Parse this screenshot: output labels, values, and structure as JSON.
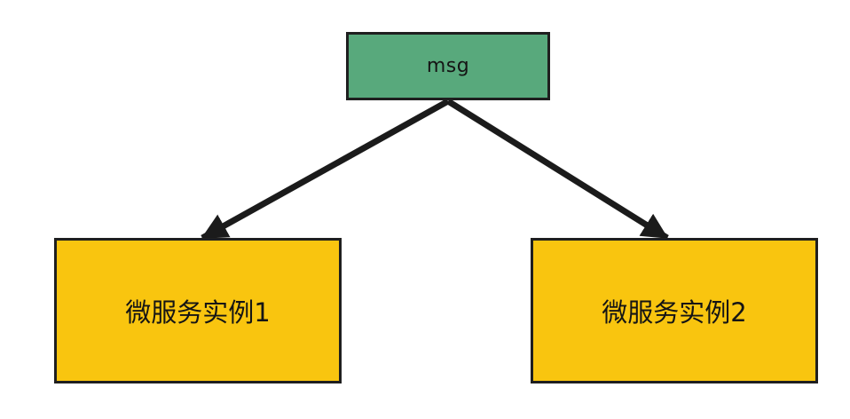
{
  "canvas": {
    "background": "#ffffff"
  },
  "colors": {
    "canvas_bg": "#ffffff",
    "msg_fill": "#58a97c",
    "instance_fill": "#f9c50f",
    "node_border": "#1f1f1f",
    "arrow": "#1b1b1b",
    "text": "#151515"
  },
  "diagram": {
    "type": "flow",
    "description": "One source node fans out to two target nodes",
    "nodes": [
      {
        "id": "msg",
        "label": "msg",
        "shape": "rectangle",
        "fill": "#58a97c"
      },
      {
        "id": "instance1",
        "label": "微服务实例1",
        "shape": "rectangle",
        "fill": "#f9c50f"
      },
      {
        "id": "instance2",
        "label": "微服务实例2",
        "shape": "rectangle",
        "fill": "#f9c50f"
      }
    ],
    "edges": [
      {
        "from": "msg",
        "to": "instance1",
        "style": "solid",
        "arrowhead": "filled-triangle"
      },
      {
        "from": "msg",
        "to": "instance2",
        "style": "solid",
        "arrowhead": "filled-triangle"
      }
    ]
  }
}
